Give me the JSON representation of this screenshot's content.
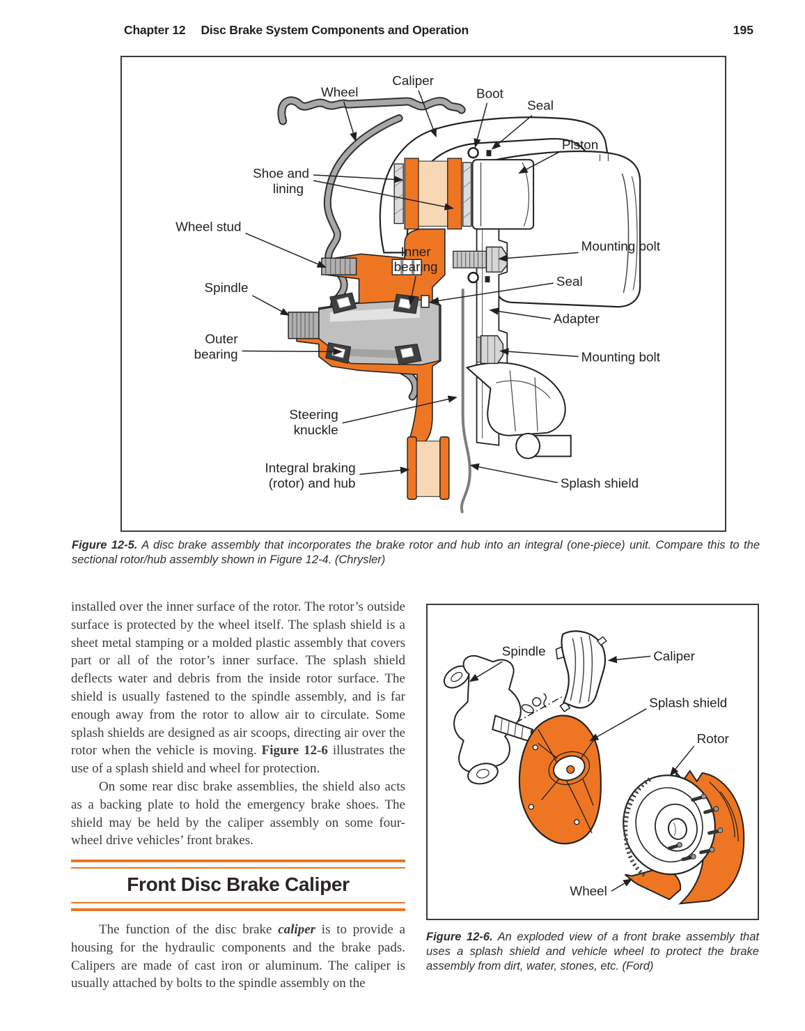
{
  "header": {
    "chapter": "Chapter 12",
    "title": "Disc Brake System Components and Operation",
    "page_number": "195"
  },
  "figure5": {
    "labels": {
      "wheel": "Wheel",
      "caliper": "Caliper",
      "boot": "Boot",
      "seal_top": "Seal",
      "piston": "Piston",
      "shoe_line1": "Shoe and",
      "shoe_line2": "lining",
      "wheel_stud": "Wheel stud",
      "inner_line1": "Inner",
      "inner_line2": "bearing",
      "mounting_bolt_upper": "Mounting bolt",
      "seal_mid": "Seal",
      "spindle": "Spindle",
      "adapter": "Adapter",
      "outer_line1": "Outer",
      "outer_line2": "bearing",
      "mounting_bolt_lower": "Mounting bolt",
      "steering_line1": "Steering",
      "steering_line2": "knuckle",
      "integral_line1": "Integral braking",
      "integral_line2": "(rotor) and hub",
      "splash_shield": "Splash shield"
    },
    "caption_label": "Figure 12-5.",
    "caption_text": " A disc brake assembly that incorporates the brake rotor and hub into an integral (one-piece) unit. Compare this to the sectional rotor/hub assembly shown in Figure 12-4. (Chrysler)"
  },
  "figure6": {
    "labels": {
      "spindle": "Spindle",
      "caliper": "Caliper",
      "splash_shield": "Splash shield",
      "rotor": "Rotor",
      "wheel": "Wheel"
    },
    "caption_label": "Figure 12-6.",
    "caption_text": " An exploded view of a front brake assembly that uses a splash shield and vehicle wheel to protect the brake assembly from dirt, water, stones, etc. (Ford)"
  },
  "body": {
    "p1_pre": "installed over the inner surface of the rotor. The rotor’s outside surface is protected by the wheel itself. The splash shield is a sheet metal stamping or a molded plastic assembly that covers part or all of the rotor’s inner surface. The splash shield deflects water and debris from the inside rotor surface. The shield is usually fastened to the spindle assembly, and is far enough away from the rotor to allow air to circulate. Some splash shields are designed as air scoops, directing air over the rotor when the vehicle is moving. ",
    "p1_bold": "Figure 12-6",
    "p1_post": " illustrates the use of a splash shield and wheel for protection.",
    "p2": "On some rear disc brake assemblies, the shield also acts as a backing plate to hold the emergency brake shoes. The shield may be held by the caliper assembly on some four-wheel drive vehicles’ front brakes.",
    "section_heading": "Front Disc Brake Caliper",
    "p3_pre": "The function of the disc brake ",
    "p3_bold_italic": "caliper",
    "p3_post": " is to provide a housing for the hydraulic components and the brake pads. Calipers are made of cast iron or aluminum. The caliper is usually attached by bolts to the spindle assembly on the"
  },
  "colors": {
    "accent_orange": "#ee7623",
    "lining_peach": "#f8d7b4"
  }
}
